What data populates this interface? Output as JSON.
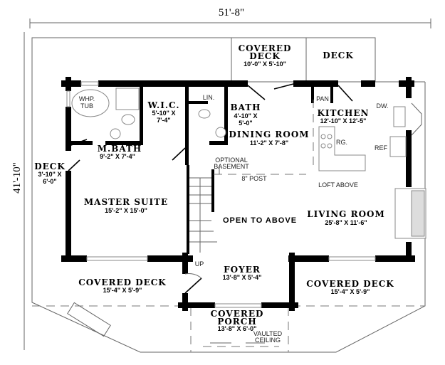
{
  "dimensions": {
    "width": "51'-8\"",
    "depth": "41'-10\""
  },
  "rooms": {
    "covered_deck_rear": {
      "name": "COVERED",
      "name2": "DECK",
      "size": "10'-0\" X 5'-10\""
    },
    "deck_rear": {
      "name": "DECK"
    },
    "whp_tub": {
      "line1": "WHP.",
      "line2": "TUB"
    },
    "wic": {
      "name": "W.I.C.",
      "size1": "5'-10\" X",
      "size2": "7'-4\""
    },
    "lin": {
      "name": "LIN."
    },
    "bath": {
      "name": "BATH",
      "size1": "4'-10\" X",
      "size2": "5'-0\""
    },
    "dining": {
      "name": "DINING ROOM",
      "size": "11'-2\" X 7'-8\""
    },
    "pan": {
      "name": "PAN"
    },
    "kitchen": {
      "name": "KITCHEN",
      "size": "12'-10\" X 12'-5\"",
      "dw": "DW.",
      "rg": "RG.",
      "ref": "REF"
    },
    "mbath": {
      "name": "M.BATH",
      "size": "9'-2\" X 7'-4\""
    },
    "deck_side": {
      "name": "DECK",
      "size1": "3'-10\" X",
      "size2": "6'-0\""
    },
    "master": {
      "name": "MASTER SUITE",
      "size": "15'-2\" X 15'-0\""
    },
    "open": {
      "name": "OPEN TO ABOVE"
    },
    "living": {
      "name": "LIVING ROOM",
      "size": "25'-8\" X 11'-6\""
    },
    "foyer": {
      "name": "FOYER",
      "size": "13'-8\" X 5'-4\""
    },
    "covered_deck_left": {
      "name": "COVERED DECK",
      "size": "15'-4\" X 5'-9\""
    },
    "covered_deck_right": {
      "name": "COVERED DECK",
      "size": "15'-4\" X 5'-9\""
    },
    "porch": {
      "name": "COVERED",
      "name2": "PORCH",
      "size": "13'-8\" X 6'-0\""
    }
  },
  "notes": {
    "optional": "OPTIONAL",
    "basement": "BASEMENT",
    "post": "8\" POST",
    "loft": "LOFT ABOVE",
    "up": "UP",
    "vaulted": "VAULTED",
    "ceiling": "CEILING"
  }
}
